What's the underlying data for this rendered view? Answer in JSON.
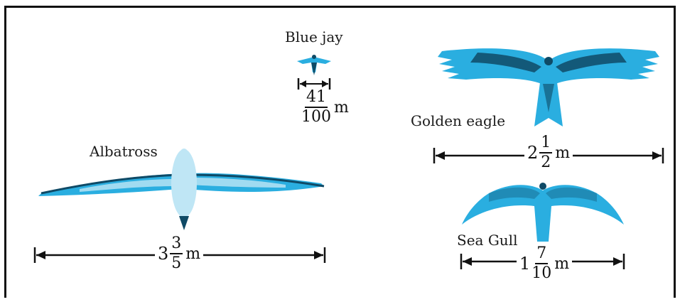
{
  "birds": [
    {
      "name": "Blue jay",
      "whole": "",
      "numerator": "41",
      "denominator": "100",
      "unit": "m"
    },
    {
      "name": "Golden eagle",
      "whole": "2",
      "numerator": "1",
      "denominator": "2",
      "unit": "m"
    },
    {
      "name": "Albatross",
      "whole": "3",
      "numerator": "3",
      "denominator": "5",
      "unit": "m"
    },
    {
      "name": "Sea Gull",
      "whole": "1",
      "numerator": "7",
      "denominator": "10",
      "unit": "m"
    }
  ],
  "colors": {
    "bird": "#2aaee0",
    "bird_dark": "#0f4a66",
    "bird_light": "#bfe6f5",
    "line": "#111111"
  }
}
